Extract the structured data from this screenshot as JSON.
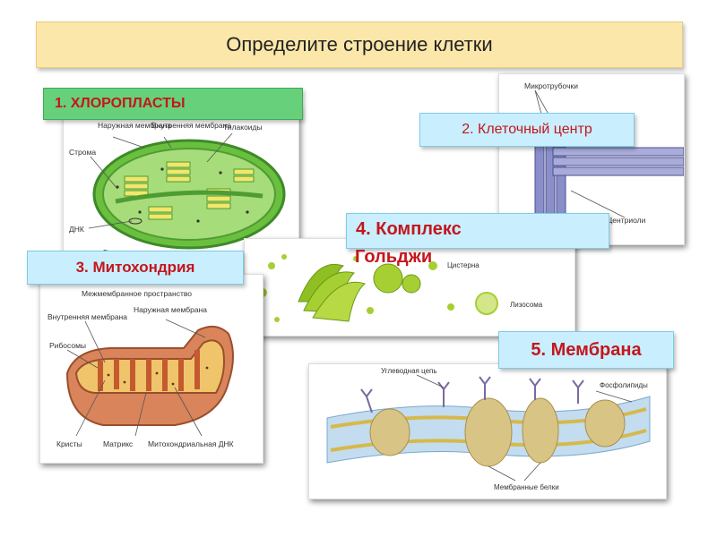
{
  "title": "Определите строение клетки",
  "labels": {
    "chloroplast": "1.   ХЛОРОПЛАСТЫ",
    "centrosome": "2. Клеточный центр",
    "mitochondria": "3. Митохондрия",
    "golgi_line1": "4. Комплекс",
    "golgi_line2": "Гольджи",
    "membrane": "5. Мембрана"
  },
  "chloroplast_parts": {
    "outer": "Наружная мембрана",
    "inner": "Внутренняя мембрана",
    "thylakoids": "Тилакоиды",
    "stroma": "Строма",
    "dna": "ДНК",
    "grana": "Грана"
  },
  "centrosome_parts": {
    "microtubules": "Микротрубочки",
    "centrioles": "Центриоли"
  },
  "golgi_parts": {
    "cistern": "Цистерна",
    "lysosome": "Лизосома"
  },
  "mito_parts": {
    "intermembrane": "Межмембранное пространство",
    "inner": "Внутренняя мембрана",
    "outer": "Наружная мембрана",
    "ribosomes": "Рибосомы",
    "cristae": "Кристы",
    "matrix": "Матрикс",
    "mtdna": "Митохондриальная ДНК"
  },
  "membrane_parts": {
    "carb": "Углеводная цепь",
    "phospholipids": "Фосфолипиды",
    "proteins": "Мембранные белки"
  },
  "colors": {
    "title_bg": "#fbe7a9",
    "label_bg": "#c9efff",
    "label_text": "#c4161c",
    "chloro_label_bg": "#66d17a"
  }
}
